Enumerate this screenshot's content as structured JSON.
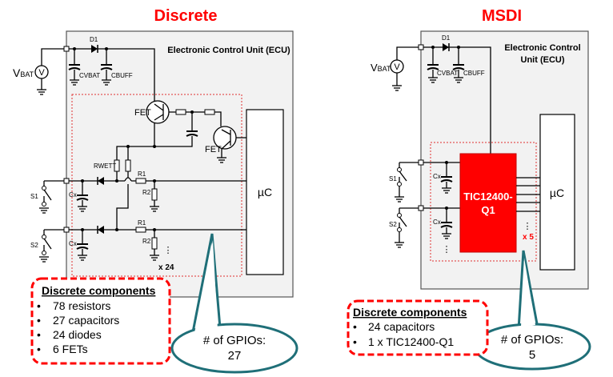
{
  "discrete": {
    "title": "Discrete",
    "ecu_label": "Electronic Control Unit (ECU)",
    "vbat": "V",
    "vbat_sub": "BAT",
    "meter": "V",
    "d1": "D1",
    "c_vbat": "CVBAT",
    "c_buff": "CBUFF",
    "fet": "FET",
    "r_wett": "RWETT",
    "r1": "R1",
    "r2": "R2",
    "cx": "Cx",
    "s1": "S1",
    "s2": "S2",
    "uc": "µC",
    "dots": "⋮",
    "multiplier": "x 24",
    "components_heading": "Discrete components",
    "components": [
      "78 resistors",
      "27 capacitors",
      "24 diodes",
      "6 FETs"
    ],
    "gpio_label": "# of GPIOs:",
    "gpio_count": "27"
  },
  "msdi": {
    "title": "MSDI",
    "ecu_label_line1": "Electronic Control",
    "ecu_label_line2": "Unit (ECU)",
    "vbat": "V",
    "vbat_sub": "BAT",
    "meter": "V",
    "d1": "D1",
    "c_vbat": "CVBAT",
    "c_buff": "CBUFF",
    "cx": "Cx",
    "s1": "S1",
    "s2": "S2",
    "chip_line1": "TIC12400-",
    "chip_line2": "Q1",
    "uc": "µC",
    "dots": "⋮",
    "multiplier": "x 5",
    "components_heading": "Discrete components",
    "components": [
      "24 capacitors",
      "1 x TIC12400-Q1"
    ],
    "gpio_label": "# of GPIOs:",
    "gpio_count": "5"
  },
  "colors": {
    "accent_red": "#ff0000",
    "callout_teal": "#1f6f78",
    "ecu_fill": "#f2f2f2"
  }
}
